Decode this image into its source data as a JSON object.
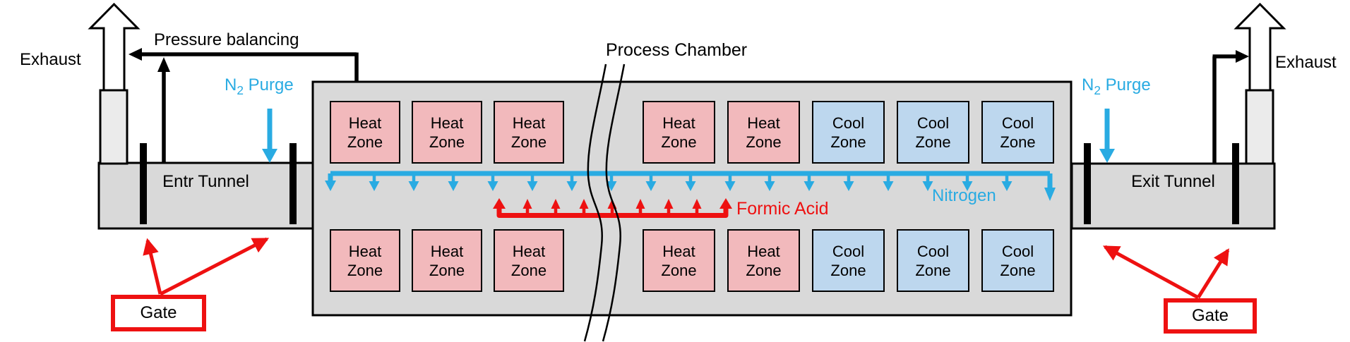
{
  "title": "Process Chamber",
  "exhaust": {
    "left": "Exhaust",
    "right": "Exhaust"
  },
  "pressure_balancing": {
    "label": "Pressure balancing"
  },
  "purge": {
    "prefix": "N",
    "sub": "2",
    "rest": " Purge"
  },
  "tunnels": {
    "entrance": "Entr Tunnel",
    "exit": "Exit Tunnel"
  },
  "flows": {
    "nitrogen": "Nitrogen",
    "formic_acid": "Formic Acid"
  },
  "gates": {
    "left": "Gate",
    "right": "Gate"
  },
  "zones": {
    "top": [
      {
        "type": "heat",
        "line1": "Heat",
        "line2": "Zone"
      },
      {
        "type": "heat",
        "line1": "Heat",
        "line2": "Zone"
      },
      {
        "type": "heat",
        "line1": "Heat",
        "line2": "Zone"
      },
      {
        "type": "heat",
        "line1": "Heat",
        "line2": "Zone"
      },
      {
        "type": "heat",
        "line1": "Heat",
        "line2": "Zone"
      },
      {
        "type": "cool",
        "line1": "Cool",
        "line2": "Zone"
      },
      {
        "type": "cool",
        "line1": "Cool",
        "line2": "Zone"
      },
      {
        "type": "cool",
        "line1": "Cool",
        "line2": "Zone"
      }
    ],
    "bottom": [
      {
        "type": "heat",
        "line1": "Heat",
        "line2": "Zone"
      },
      {
        "type": "heat",
        "line1": "Heat",
        "line2": "Zone"
      },
      {
        "type": "heat",
        "line1": "Heat",
        "line2": "Zone"
      },
      {
        "type": "heat",
        "line1": "Heat",
        "line2": "Zone"
      },
      {
        "type": "heat",
        "line1": "Heat",
        "line2": "Zone"
      },
      {
        "type": "cool",
        "line1": "Cool",
        "line2": "Zone"
      },
      {
        "type": "cool",
        "line1": "Cool",
        "line2": "Zone"
      },
      {
        "type": "cool",
        "line1": "Cool",
        "line2": "Zone"
      }
    ]
  },
  "colors": {
    "nitrogen_blue": "#29ABE2",
    "formic_red": "#EE1111",
    "gate_red": "#EE1111",
    "heat_zone_fill": "#F2B9BC",
    "cool_zone_fill": "#BDD7EE",
    "chamber_fill": "#D9D9D9",
    "chimney_fill": "#EBEBEB",
    "line_black": "#000000"
  }
}
